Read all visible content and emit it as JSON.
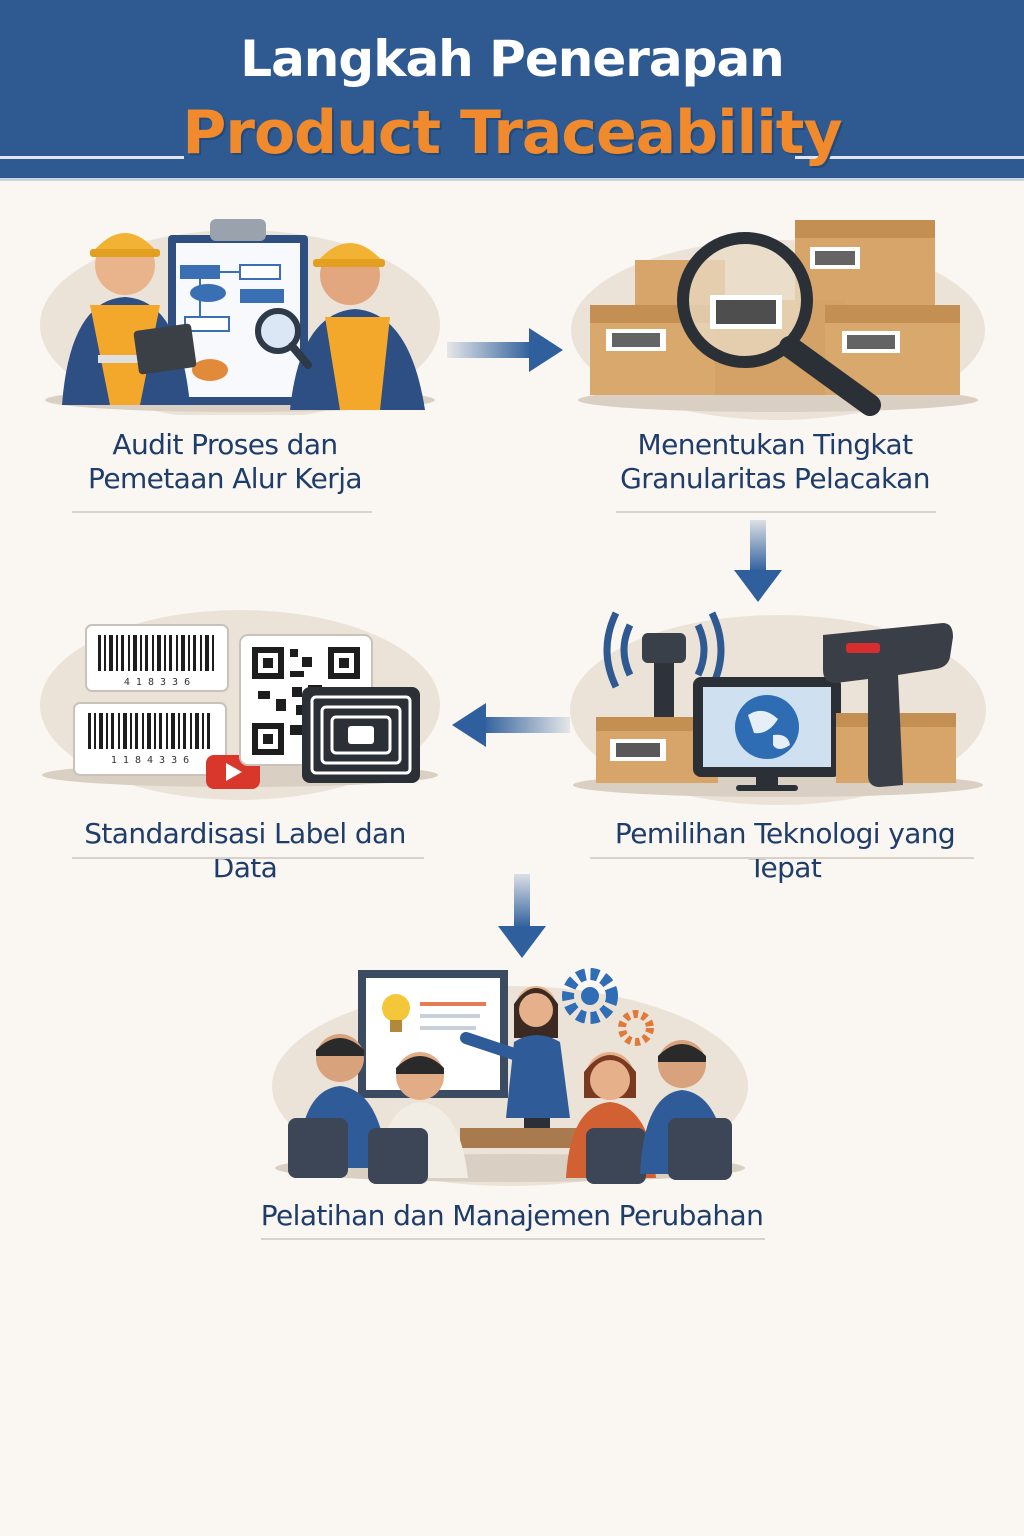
{
  "header": {
    "title_line1": "Langkah Penerapan",
    "title_line2": "Product Traceability"
  },
  "steps": [
    {
      "label_line1": "Audit Proses dan",
      "label_line2": "Pemetaan Alur Kerja"
    },
    {
      "label_line1": "Menentukan Tingkat",
      "label_line2": "Granularitas Pelacakan"
    },
    {
      "label_line1": "Standardisasi Label dan Data"
    },
    {
      "label_line1": "Pemilihan Teknologi yang Tepat"
    },
    {
      "label_line1": "Pelatihan dan Manajemen Perubahan"
    }
  ],
  "barcodes": {
    "code_1": "4 1 8 3 3 6",
    "code_2": "1 1 8 4 3 3 6"
  },
  "colors": {
    "header_bg": "#2e5a91",
    "accent_orange": "#f08a2c",
    "label_text": "#1f3d6b",
    "arrow": "#2f5f9c"
  }
}
